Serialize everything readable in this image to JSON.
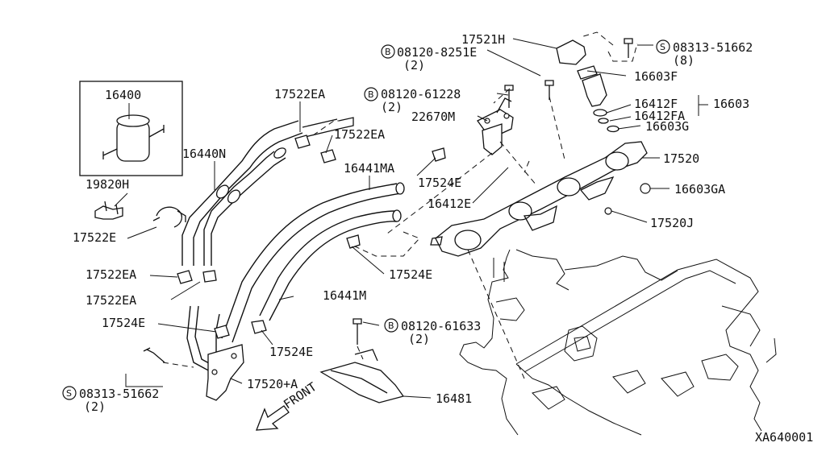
{
  "diagram": {
    "code": "XA640001",
    "direction_label": "FRONT",
    "symbols": {
      "bolt": "B",
      "screw": "S"
    },
    "labels": {
      "p16400": "16400",
      "p19820H": "19820H",
      "p17522E": "17522E",
      "p16440N": "16440N",
      "p17522EA_top": "17522EA",
      "p17522EA_mid": "17522EA",
      "p17522EA_l1": "17522EA",
      "p17522EA_l2": "17522EA",
      "p16441MA": "16441MA",
      "p17524E_mid": "17524E",
      "p17524E_low": "17524E",
      "p17524E_left": "17524E",
      "p17524E_btm": "17524E",
      "p16441M": "16441M",
      "p22670M": "22670M",
      "p16412E": "16412E",
      "p17521H": "17521H",
      "p16603F": "16603F",
      "p16412F": "16412F",
      "p16412FA": "16412FA",
      "p16603": "16603",
      "p16603G": "16603G",
      "p17520": "17520",
      "p16603GA": "16603GA",
      "p17520J": "17520J",
      "p17520A": "17520+A",
      "p16481": "16481",
      "b1_num": "08120-8251E",
      "b1_qty": "(2)",
      "b2_num": "08120-61228",
      "b2_qty": "(2)",
      "b3_num": "08120-61633",
      "b3_qty": "(2)",
      "s1_num": "08313-51662",
      "s1_qty": "(8)",
      "s2_num": "08313-51662",
      "s2_qty": "(2)"
    }
  }
}
